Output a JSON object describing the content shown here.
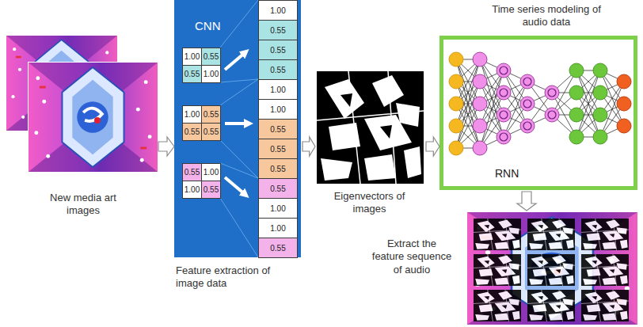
{
  "diagram": {
    "nodes": [
      {
        "text": [
          "New media art images"
        ]
      },
      {
        "text": [
          "CNN",
          "Feature extraction of image data"
        ]
      },
      {
        "text": [
          "Eigenvectors of images"
        ]
      },
      {
        "text": [
          "Time series modeling of audio data",
          "RNN"
        ]
      },
      {
        "text": [
          "Extract the feature sequence of audio"
        ]
      }
    ],
    "edges": [
      {
        "from": 0,
        "to": 1,
        "arrow": "to"
      },
      {
        "from": 1,
        "to": 2,
        "arrow": "to"
      },
      {
        "from": 2,
        "to": 3,
        "arrow": "to"
      },
      {
        "from": 3,
        "to": 4,
        "arrow": "to"
      }
    ],
    "labels": [
      "1.00",
      "0.55",
      "0.55",
      "1.00",
      "1.00",
      "0.55",
      "0.55",
      "0.55",
      "0.55",
      "1.00",
      "1.00",
      "0.55",
      "1.00",
      "0.55",
      "0.55",
      "0.55",
      "1.00",
      "1.00",
      "0.55",
      "0.55",
      "0.55",
      "0.55",
      "1.00",
      "1.00",
      "0.55"
    ]
  }
}
